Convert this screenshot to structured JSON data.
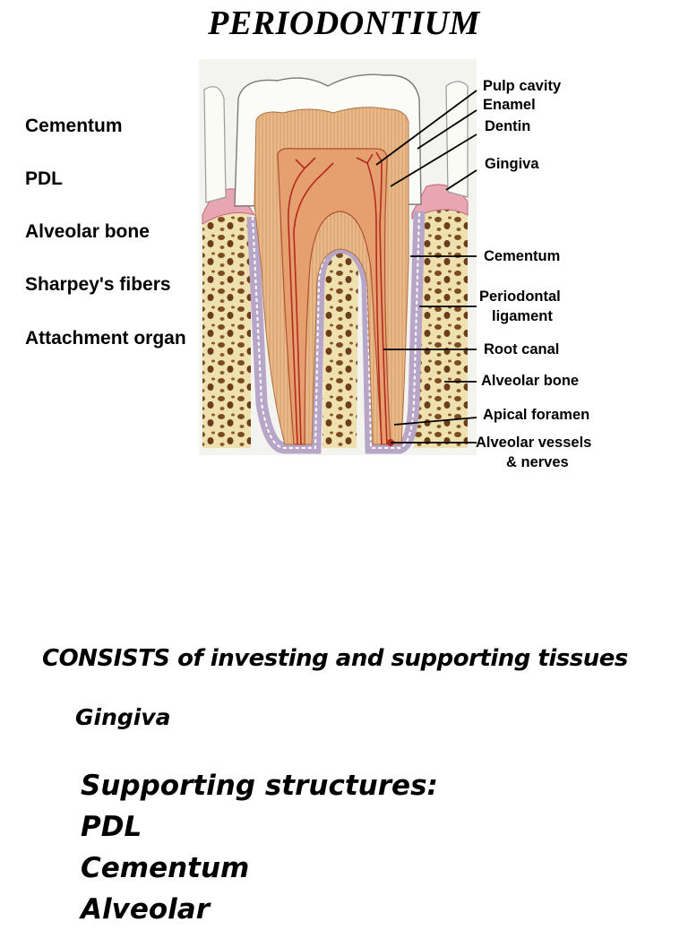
{
  "title": "PERIODONTIUM",
  "components": [
    "Cementum",
    "PDL",
    "Alveolar bone",
    "Sharpey's fibers",
    "Attachment organ"
  ],
  "labels": {
    "pulp_cavity": "Pulp cavity",
    "enamel": "Enamel",
    "dentin": "Dentin",
    "gingiva": "Gingiva",
    "cementum": "Cementum",
    "pdl_line1": "Periodontal",
    "pdl_line2": "ligament",
    "root_canal": "Root canal",
    "alveolar_bone": "Alveolar bone",
    "apical_foramen": "Apical foramen",
    "vessels_line1": "Alveolar vessels",
    "vessels_line2": "& nerves"
  },
  "consists": "CONSISTS  of  investing and supporting tissues",
  "investing": "Gingiva",
  "supporting": {
    "heading": "Supporting structures:",
    "items": [
      "PDL",
      "Cementum",
      "Alveolar"
    ]
  }
}
